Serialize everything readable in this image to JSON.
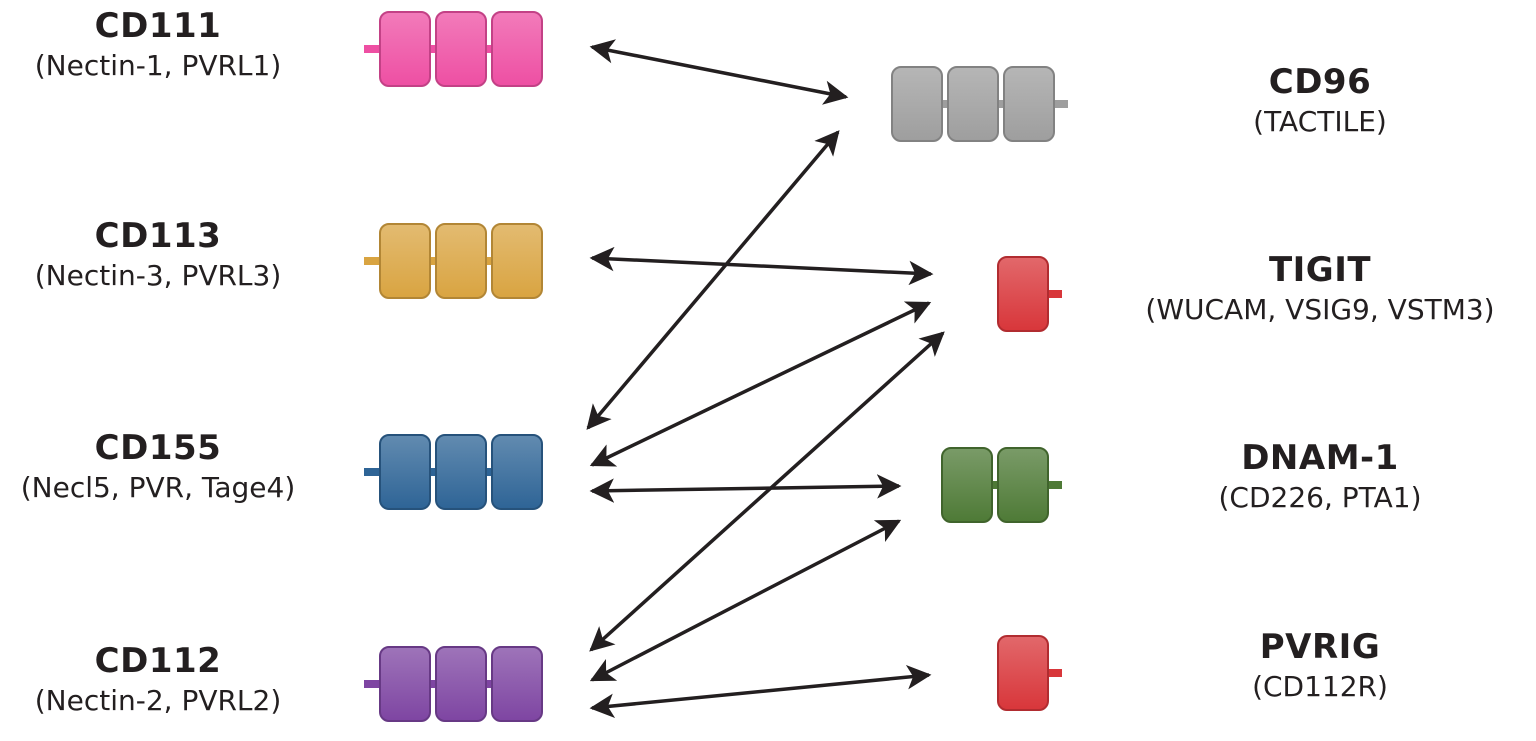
{
  "ligands": [
    {
      "id": "cd111",
      "name": "CD111",
      "aliases": "(Nectin-1, PVRL1)",
      "color": "#ee4fa3",
      "domains": 3
    },
    {
      "id": "cd113",
      "name": "CD113",
      "aliases": "(Nectin-3, PVRL3)",
      "color": "#d9a441",
      "domains": 3
    },
    {
      "id": "cd155",
      "name": "CD155",
      "aliases": "(Necl5, PVR, Tage4)",
      "color": "#2e6496",
      "domains": 3
    },
    {
      "id": "cd112",
      "name": "CD112",
      "aliases": "(Nectin-2, PVRL2)",
      "color": "#7e45a2",
      "domains": 3
    }
  ],
  "receptors": [
    {
      "id": "cd96",
      "name": "CD96",
      "aliases": "(TACTILE)",
      "color": "#9e9e9e",
      "domains": 3
    },
    {
      "id": "tigit",
      "name": "TIGIT",
      "aliases": "(WUCAM, VSIG9, VSTM3)",
      "color": "#d8363a",
      "domains": 1
    },
    {
      "id": "dnam1",
      "name": "DNAM-1",
      "aliases": "(CD226, PTA1)",
      "color": "#4e7a36",
      "domains": 2
    },
    {
      "id": "pvrig",
      "name": "PVRIG",
      "aliases": "(CD112R)",
      "color": "#d8363a",
      "domains": 1
    }
  ],
  "interactions": [
    {
      "from": "cd111",
      "to": "cd96"
    },
    {
      "from": "cd113",
      "to": "tigit"
    },
    {
      "from": "cd155",
      "to": "cd96"
    },
    {
      "from": "cd155",
      "to": "tigit"
    },
    {
      "from": "cd155",
      "to": "dnam1"
    },
    {
      "from": "cd112",
      "to": "tigit"
    },
    {
      "from": "cd112",
      "to": "dnam1"
    },
    {
      "from": "cd112",
      "to": "pvrig"
    }
  ],
  "arrow_color": "#231f20"
}
